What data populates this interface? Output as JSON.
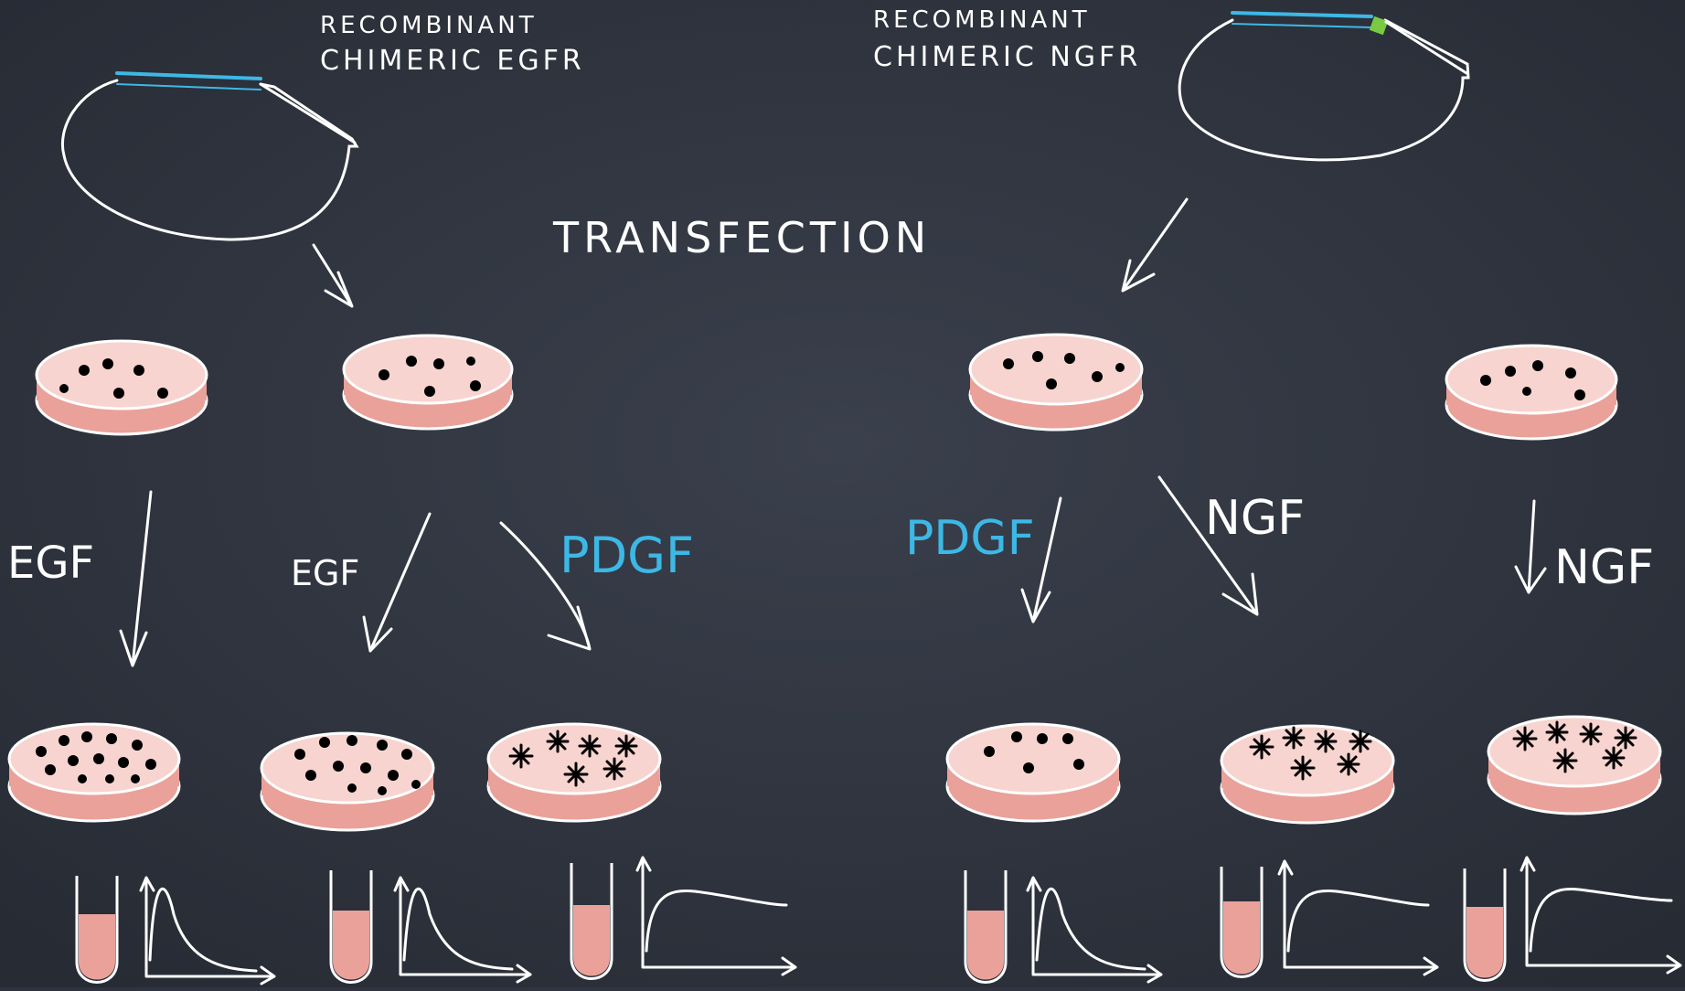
{
  "colors": {
    "board": "#2f3440",
    "chalk": "#ffffff",
    "blue_accent": "#3db8e6",
    "green_accent": "#7ac943",
    "dish_top": "#f7d4cf",
    "dish_side": "#e9a19a",
    "cell": "#000000"
  },
  "title": "TRANSFECTION",
  "left_plasmid": {
    "label_line1": "RECOMBINANT",
    "label_line2": "CHIMERIC EGFR"
  },
  "right_plasmid": {
    "label_line1": "RECOMBINANT",
    "label_line2": "CHIMERIC NGFR"
  },
  "treatments": {
    "egf_a": "EGF",
    "egf_b": "EGF",
    "pdgf_a": "PDGF",
    "pdgf_b": "PDGF",
    "ngf_a": "NGF",
    "ngf_b": "NGF"
  },
  "icons": [
    "plasmid-icon",
    "culture-dish-icon",
    "test-tube-icon",
    "signal-curve-icon",
    "arrow-icon"
  ]
}
